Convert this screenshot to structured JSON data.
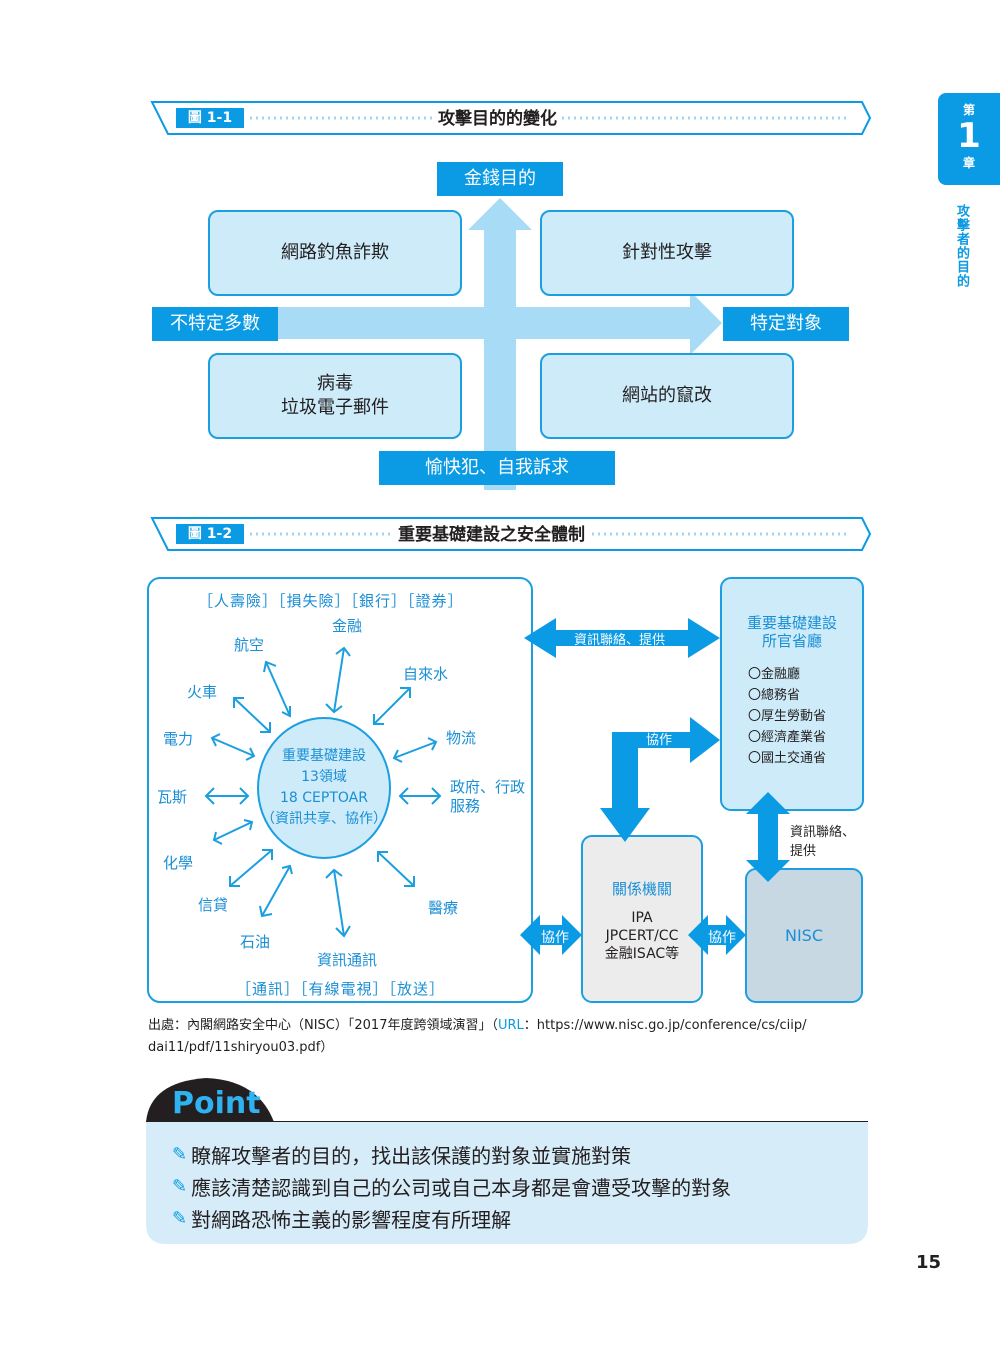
{
  "chapter": {
    "label_top": "第",
    "number": "1",
    "label_bottom": "章",
    "title": "攻擊者的目的"
  },
  "figure1": {
    "badge": "圖 1-1",
    "title": "攻擊目的的變化",
    "top_label": "金錢目的",
    "bottom_label": "愉快犯、自我訴求",
    "left_label": "不特定多數",
    "right_label": "特定對象",
    "quadrants": {
      "top_left": "網路釣魚詐欺",
      "top_right": "針對性攻擊",
      "bottom_left_1": "病毒",
      "bottom_left_2": "垃圾電子郵件",
      "bottom_right": "網站的竄改"
    },
    "colors": {
      "accent": "#0b9ae4",
      "box_fill": "#cdebf9",
      "arrow": "#a8dcf6"
    }
  },
  "figure2": {
    "badge": "圖 1-2",
    "title": "重要基礎建設之安全體制",
    "top_sectors": "［人壽險］［損失險］［銀行］［證券］",
    "bottom_sectors": "［通訊］［有線電視］［放送］",
    "center_lines": [
      "重要基礎建設",
      "13領域",
      "18 CEPTOAR",
      "（資訊共享、協作）"
    ],
    "sectors": {
      "finance": "金融",
      "water": "自來水",
      "logistics": "物流",
      "gov1": "政府、行政",
      "gov2": "服務",
      "medical": "醫療",
      "ict": "資訊通訊",
      "oil": "石油",
      "credit": "信貸",
      "chemical": "化學",
      "gas": "瓦斯",
      "power": "電力",
      "rail": "火車",
      "aviation": "航空"
    },
    "arrow_info": "資訊聯絡、提供",
    "arrow_coop1": "協作",
    "arrow_coop2": "協作",
    "arrow_coop3": "協作",
    "arrow_info_vertical_1": "資訊聯絡、",
    "arrow_info_vertical_2": "提供",
    "ministries": {
      "title1": "重要基礎建設",
      "title2": "所官省廳",
      "items": [
        "〇金融廳",
        "〇總務省",
        "〇厚生勞動省",
        "〇經濟產業省",
        "〇國土交通省"
      ]
    },
    "agencies": {
      "title": "關係機關",
      "lines": [
        "IPA",
        "JPCERT/CC",
        "金融ISAC等"
      ]
    },
    "nisc": "NISC"
  },
  "source": {
    "line1_a": "出處：內閣網路安全中心（NISC）「2017年度跨領域演習」（",
    "url_label": "URL",
    "line1_b": "：https://www.nisc.go.jp/conference/cs/ciip/",
    "line2": "dai11/pdf/11shiryou03.pdf）"
  },
  "point": {
    "heading": "Point",
    "items": [
      "瞭解攻擊者的目的，找出該保護的對象並實施對策",
      "應該清楚認識到自己的公司或自己本身都是會遭受攻擊的對象",
      "對網路恐怖主義的影響程度有所理解"
    ]
  },
  "page_number": "15"
}
